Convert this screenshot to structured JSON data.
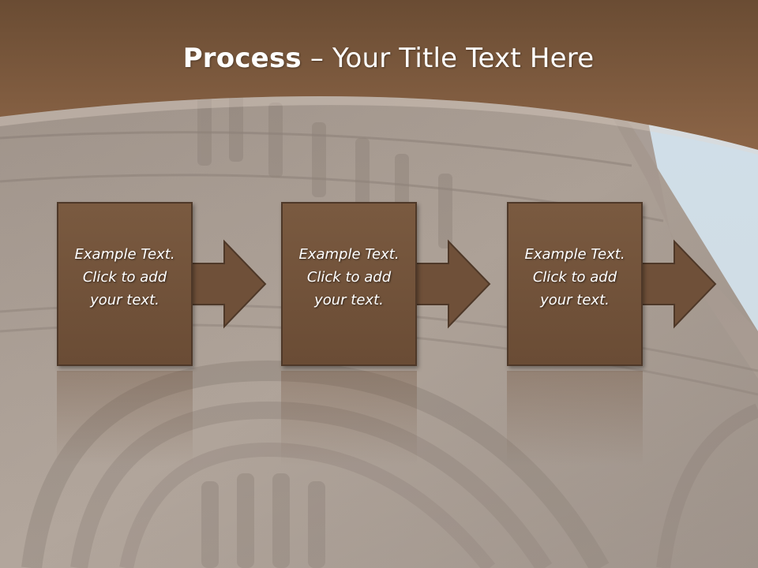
{
  "slide": {
    "title_bold": "Process",
    "title_rest": " – Your Title Text Here",
    "steps": [
      {
        "line1": "Example Text.",
        "line2": "Click  to add",
        "line3": "your text."
      },
      {
        "line1": "Example Text.",
        "line2": "Click  to add",
        "line3": "your text."
      },
      {
        "line1": "Example Text.",
        "line2": "Click  to add",
        "line3": "your text."
      }
    ]
  },
  "colors": {
    "header_brown": "#7a5a40",
    "box_fill": "#6f5039",
    "box_border": "#4e3828",
    "sky": "#cfe0ec",
    "title_text": "#ffffff"
  },
  "icons": [
    "right-arrow-icon"
  ]
}
